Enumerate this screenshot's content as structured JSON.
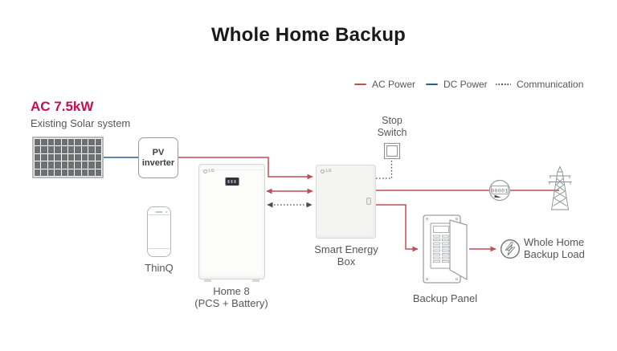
{
  "title": "Whole Home Backup",
  "legend": {
    "items": [
      {
        "label": "AC Power"
      },
      {
        "label": "DC Power"
      },
      {
        "label": "Communication"
      }
    ]
  },
  "colors": {
    "ac_power": "#bd4f57",
    "dc_power": "#2d5f8d",
    "communication": "#4a4d51",
    "brand_red": "#c3104f",
    "heading_text": "#1a1a1a",
    "label_text": "#54575a"
  },
  "solar": {
    "capacity": "AC 7.5kW",
    "name": "Existing Solar system"
  },
  "nodes": {
    "pv_inverter": {
      "line1": "PV",
      "line2": "inverter"
    },
    "thinq": {
      "label": "ThinQ"
    },
    "home8": {
      "brand": "LG",
      "line1": "Home 8",
      "line2": "(PCS + Battery)"
    },
    "smart_energy_box": {
      "brand": "LG",
      "line1": "Smart Energy",
      "line2": "Box"
    },
    "stop_switch": {
      "line1": "Stop",
      "line2": "Switch"
    },
    "meter": {
      "reading": "00001"
    },
    "backup_panel": {
      "label": "Backup Panel"
    },
    "backup_load": {
      "line1": "Whole Home",
      "line2": "Backup Load"
    }
  }
}
